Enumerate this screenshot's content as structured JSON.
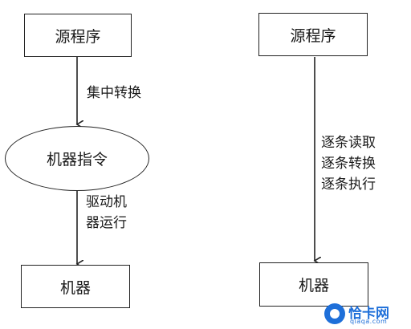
{
  "left_flow": {
    "source_box": "源程序",
    "edge1_label": "集中转换",
    "middle_ellipse": "机器指令",
    "edge2_label_lines": [
      "驱动机",
      "器运行"
    ],
    "machine_box": "机器"
  },
  "right_flow": {
    "source_box": "源程序",
    "edge_label_lines": [
      "逐条读取",
      "逐条转换",
      "逐条执行"
    ],
    "machine_box": "机器"
  },
  "watermark": {
    "title": "恰卡网",
    "subtitle": "qiaqa.com"
  }
}
